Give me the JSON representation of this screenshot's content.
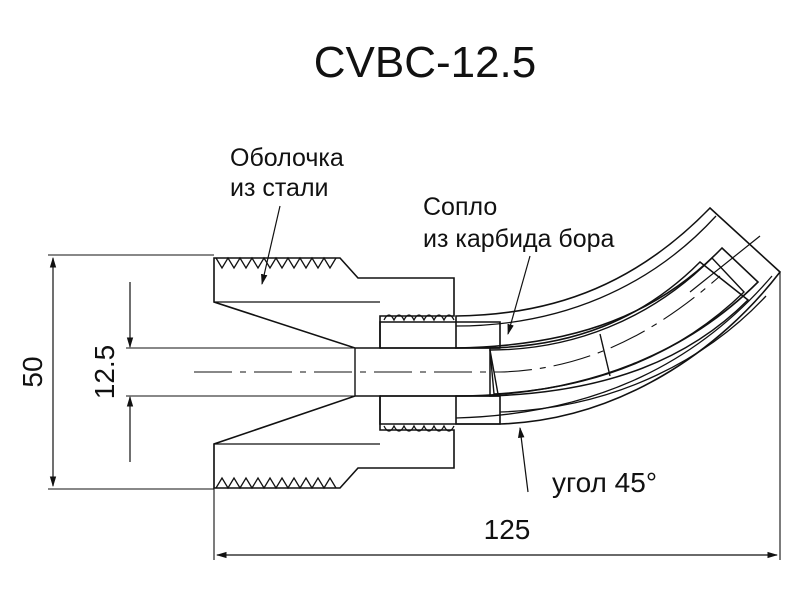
{
  "title": "CVBC-12.5",
  "labels": {
    "shell_line1": "Оболочка",
    "shell_line2": "из стали",
    "nozzle_line1": "Сопло",
    "nozzle_line2": "из карбида бора",
    "angle": "угол 45°"
  },
  "dimensions": {
    "outer_diameter": "50",
    "bore_diameter": "12.5",
    "length": "125"
  },
  "colors": {
    "line": "#111111",
    "background": "#ffffff"
  }
}
